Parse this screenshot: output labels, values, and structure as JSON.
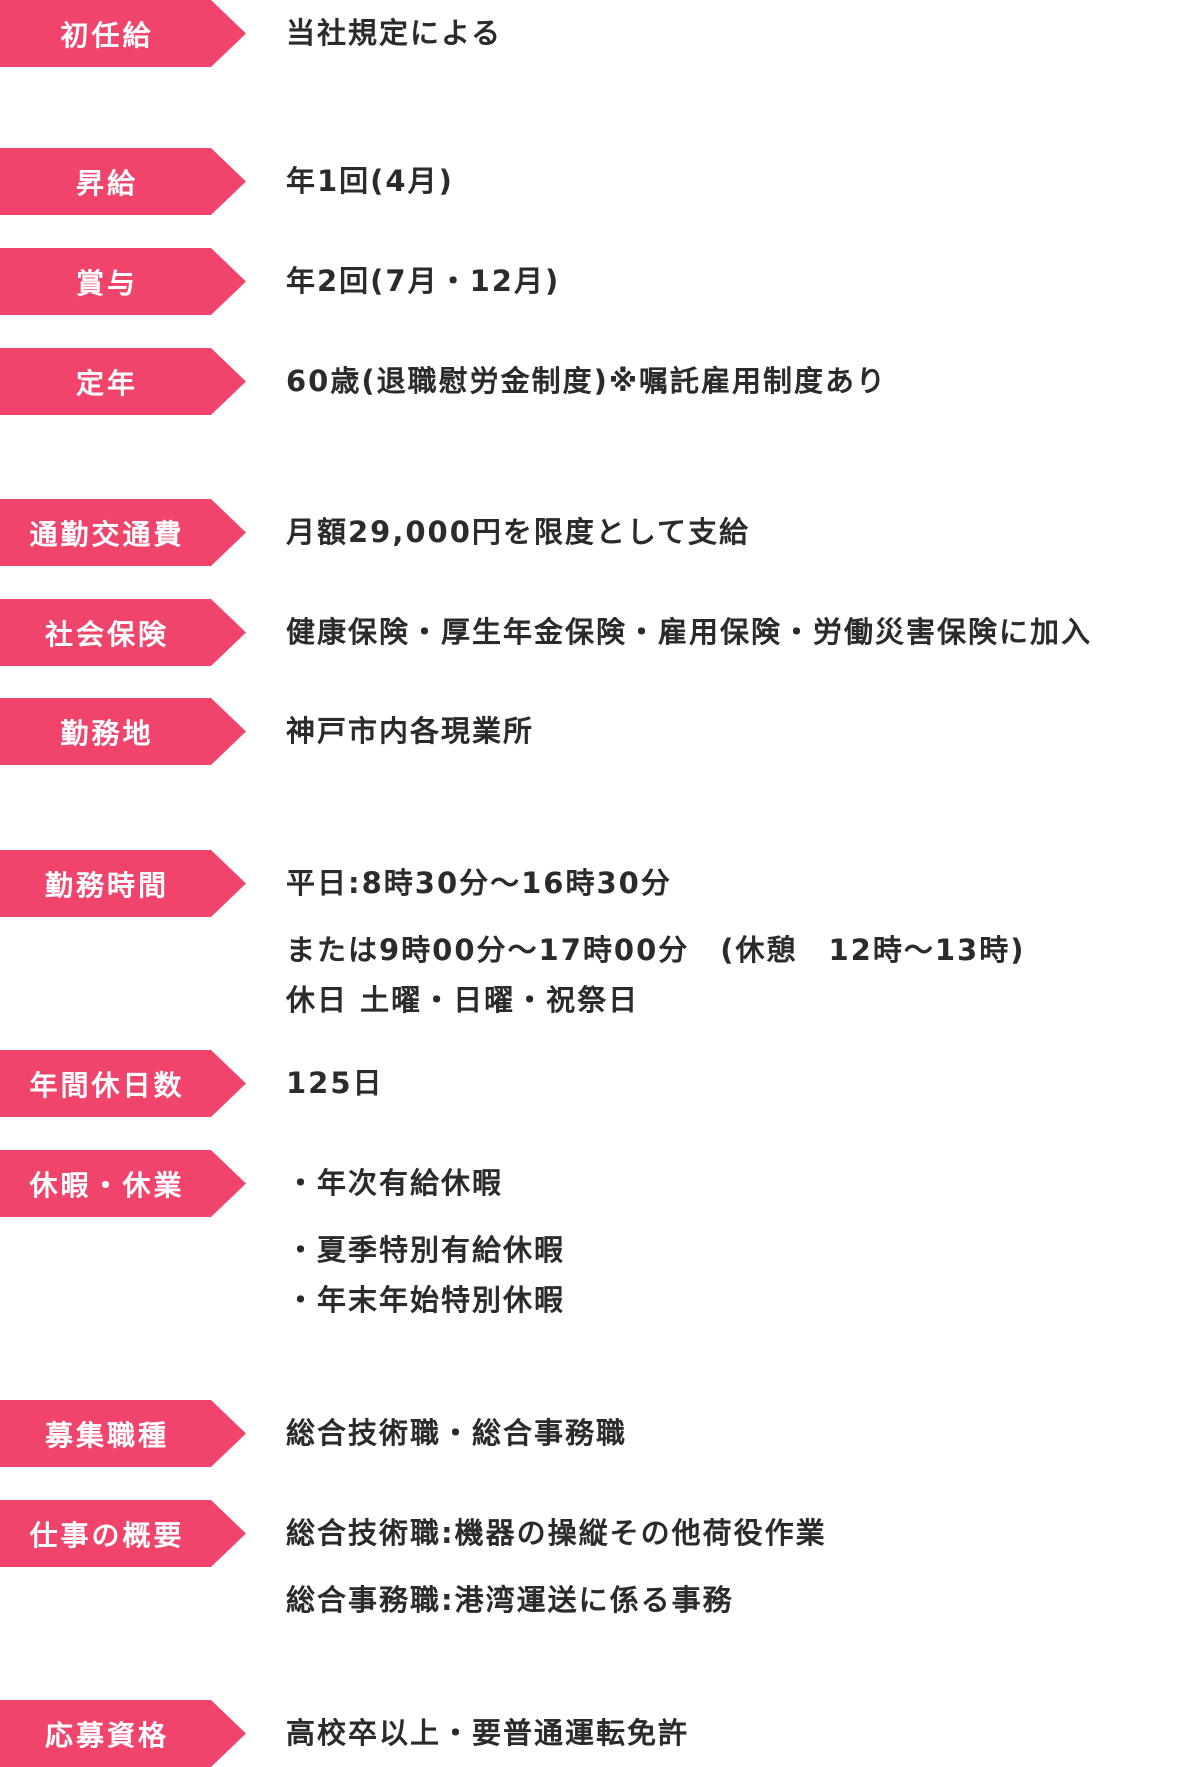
{
  "colors": {
    "label_background": "#f0446c",
    "label_text": "#ffffff",
    "value_text": "#2b2b2b"
  },
  "items": [
    {
      "label": "初任給",
      "lines": [
        "当社規定による"
      ]
    },
    {
      "label": "昇給",
      "lines": [
        "年1回(4月)"
      ]
    },
    {
      "label": "賞与",
      "lines": [
        "年2回(7月・12月)"
      ]
    },
    {
      "label": "定年",
      "lines": [
        "60歳(退職慰労金制度)※嘱託雇用制度あり"
      ]
    },
    {
      "label": "通勤交通費",
      "lines": [
        "月額29,000円を限度として支給"
      ]
    },
    {
      "label": "社会保険",
      "lines": [
        "健康保険・厚生年金保険・雇用保険・労働災害保険に加入"
      ]
    },
    {
      "label": "勤務地",
      "lines": [
        "神戸市内各現業所"
      ]
    },
    {
      "label": "勤務時間",
      "lines": [
        "平日:8時30分〜16時30分",
        "または9時00分〜17時00分　(休憩　12時〜13時)",
        "休日  土曜・日曜・祝祭日"
      ]
    },
    {
      "label": "年間休日数",
      "lines": [
        "125日"
      ]
    },
    {
      "label": "休暇・休業",
      "lines": [
        "・年次有給休暇",
        "・夏季特別有給休暇",
        "・年末年始特別休暇"
      ]
    },
    {
      "label": "募集職種",
      "lines": [
        "総合技術職・総合事務職"
      ]
    },
    {
      "label": "仕事の概要",
      "lines": [
        "総合技術職:機器の操縦その他荷役作業",
        "総合事務職:港湾運送に係る事務"
      ]
    },
    {
      "label": "応募資格",
      "lines": [
        "高校卒以上・要普通運転免許"
      ]
    }
  ]
}
